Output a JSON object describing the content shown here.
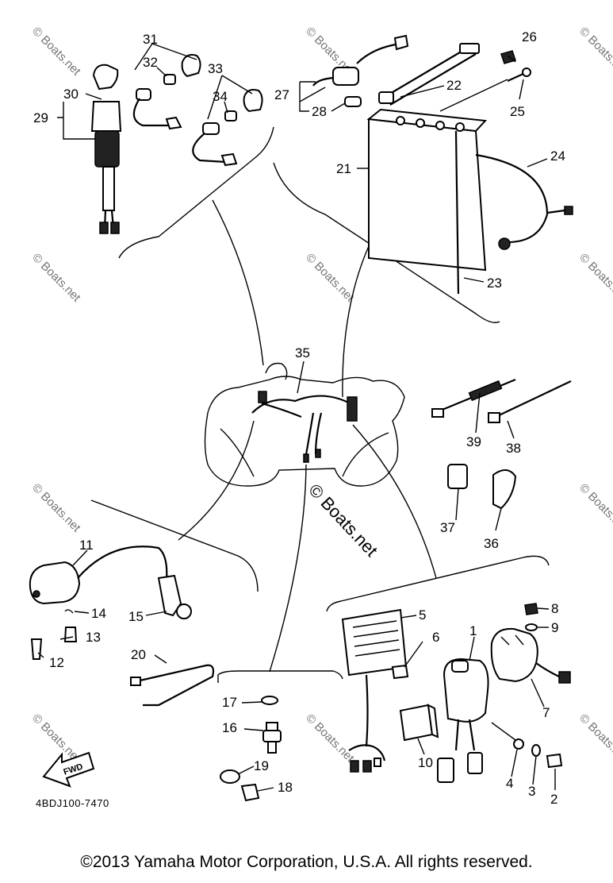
{
  "diagram": {
    "diagram_code": "4BDJ100-7470",
    "fwd_arrow_label": "FWD",
    "watermark": "© Boats.net",
    "callouts": [
      "1",
      "2",
      "3",
      "4",
      "5",
      "6",
      "7",
      "8",
      "9",
      "10",
      "11",
      "12",
      "13",
      "14",
      "15",
      "16",
      "17",
      "18",
      "19",
      "20",
      "21",
      "22",
      "23",
      "24",
      "25",
      "26",
      "27",
      "28",
      "29",
      "30",
      "31",
      "32",
      "33",
      "34",
      "35",
      "36",
      "37",
      "38",
      "39"
    ]
  },
  "footer": {
    "copyright": "©2013 Yamaha Motor Corporation, U.S.A. All rights reserved."
  }
}
